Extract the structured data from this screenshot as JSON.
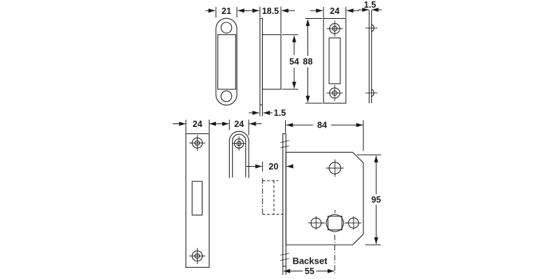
{
  "drawing": {
    "colors": {
      "line": "#222222",
      "text": "#1a1a1a",
      "background": "#ffffff"
    },
    "views": {
      "strike_plate_radius": {
        "width": "21"
      },
      "lock_body_side": {
        "width": "18.5",
        "height": "54",
        "plate_thickness": "1.5"
      },
      "strike_plate_square": {
        "width": "24",
        "height": "88"
      },
      "strike_plate_edge": {
        "thickness": "1.5"
      },
      "faceplate": {
        "width": "24"
      },
      "dust_box": {
        "width": "24"
      },
      "lock_case": {
        "width": "84",
        "height": "95",
        "follower_offset": "20",
        "backset_label": "Backset",
        "backset": "55"
      }
    }
  }
}
